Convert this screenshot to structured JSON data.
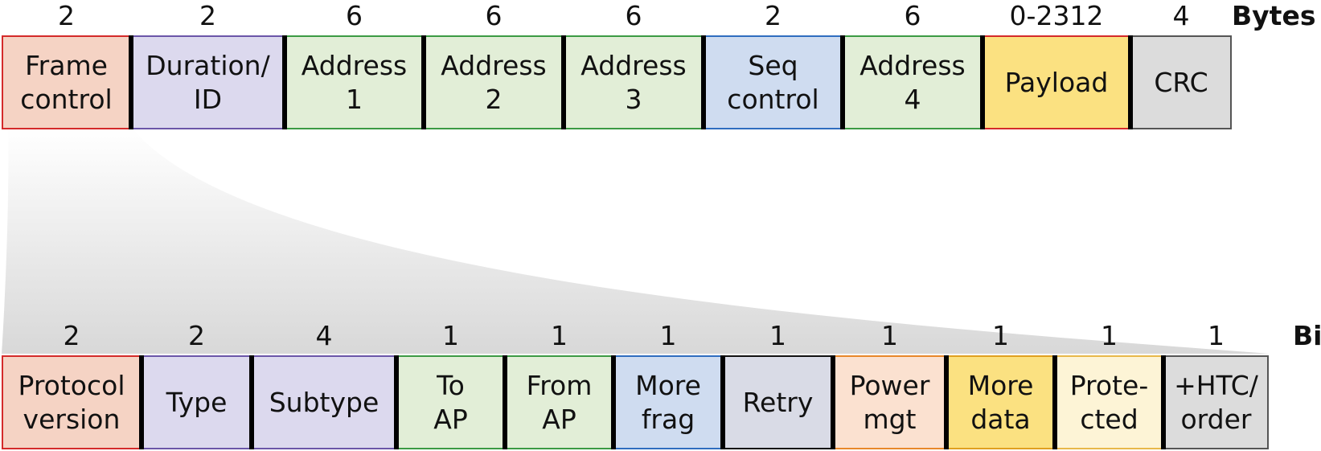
{
  "frame": {
    "unit": "Bytes",
    "fields": [
      {
        "size": "2",
        "label": "Frame\ncontrol",
        "fill": "#f5d3c4",
        "border": "#d42a2a"
      },
      {
        "size": "2",
        "label": "Duration/\nID",
        "fill": "#dcd9ee",
        "border": "#6b56a8"
      },
      {
        "size": "6",
        "label": "Address\n1",
        "fill": "#e2eed7",
        "border": "#3c9a44"
      },
      {
        "size": "6",
        "label": "Address\n2",
        "fill": "#e2eed7",
        "border": "#3c9a44"
      },
      {
        "size": "6",
        "label": "Address\n3",
        "fill": "#e2eed7",
        "border": "#3c9a44"
      },
      {
        "size": "2",
        "label": "Seq\ncontrol",
        "fill": "#cfdcf0",
        "border": "#2f6dbf"
      },
      {
        "size": "6",
        "label": "Address\n4",
        "fill": "#e2eed7",
        "border": "#3c9a44"
      },
      {
        "size": "0-2312",
        "label": "Payload",
        "fill": "#fbe181",
        "border": "#d42a2a"
      },
      {
        "size": "4",
        "label": "CRC",
        "fill": "#dcdcdc",
        "border": "#555555"
      }
    ]
  },
  "frame_control": {
    "unit": "Bits",
    "fields": [
      {
        "size": "2",
        "label": "Protocol\nversion",
        "fill": "#f5d3c4",
        "border": "#d42a2a"
      },
      {
        "size": "2",
        "label": "Type",
        "fill": "#dcd9ee",
        "border": "#6b56a8"
      },
      {
        "size": "4",
        "label": "Subtype",
        "fill": "#dcd9ee",
        "border": "#6b56a8"
      },
      {
        "size": "1",
        "label": "To\nAP",
        "fill": "#e2eed7",
        "border": "#3c9a44"
      },
      {
        "size": "1",
        "label": "From\nAP",
        "fill": "#e2eed7",
        "border": "#3c9a44"
      },
      {
        "size": "1",
        "label": "More\nfrag",
        "fill": "#cfdcf0",
        "border": "#2f6dbf"
      },
      {
        "size": "1",
        "label": "Retry",
        "fill": "#d9dbe6",
        "border": "#111111"
      },
      {
        "size": "1",
        "label": "Power\nmgt",
        "fill": "#fbe1d0",
        "border": "#e8872a"
      },
      {
        "size": "1",
        "label": "More\ndata",
        "fill": "#fbe181",
        "border": "#e0a020"
      },
      {
        "size": "1",
        "label": "Prote-\ncted",
        "fill": "#fdf4d6",
        "border": "#e8b84a"
      },
      {
        "size": "1",
        "label": "+HTC/\norder",
        "fill": "#dcdcdc",
        "border": "#555555"
      }
    ]
  }
}
